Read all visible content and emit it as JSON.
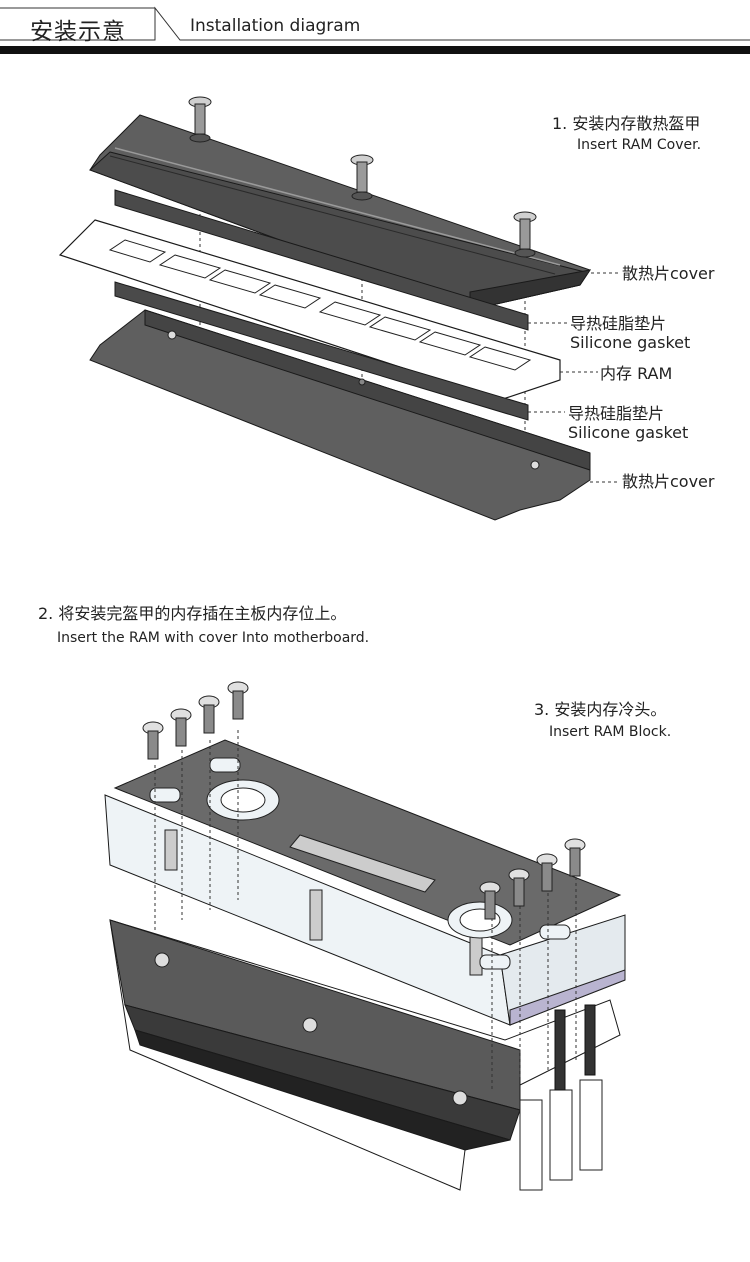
{
  "header": {
    "title_zh": "安装示意",
    "title_en": "Installation diagram"
  },
  "steps": [
    {
      "zh": "1. 安装内存散热盔甲",
      "en": "Insert RAM Cover."
    },
    {
      "zh": "2. 将安装完盔甲的内存插在主板内存位上。",
      "en": "Insert the RAM with cover Into  motherboard."
    },
    {
      "zh": "3. 安装内存冷头。",
      "en": "Insert RAM Block."
    }
  ],
  "parts": [
    {
      "zh": "散热片cover",
      "en": ""
    },
    {
      "zh": "导热硅脂垫片",
      "en": "Silicone gasket"
    },
    {
      "zh": "内存 RAM",
      "en": ""
    },
    {
      "zh": "导热硅脂垫片",
      "en": "Silicone gasket"
    },
    {
      "zh": "散热片cover",
      "en": ""
    }
  ],
  "colors": {
    "heatsink": "#5a5a5a",
    "heatsink_dark": "#3a3a3a",
    "gasket": "#4a4a4a",
    "outline": "#1a1a1a",
    "acrylic": "#eef3f6",
    "carbon": "#6a6a6a"
  }
}
